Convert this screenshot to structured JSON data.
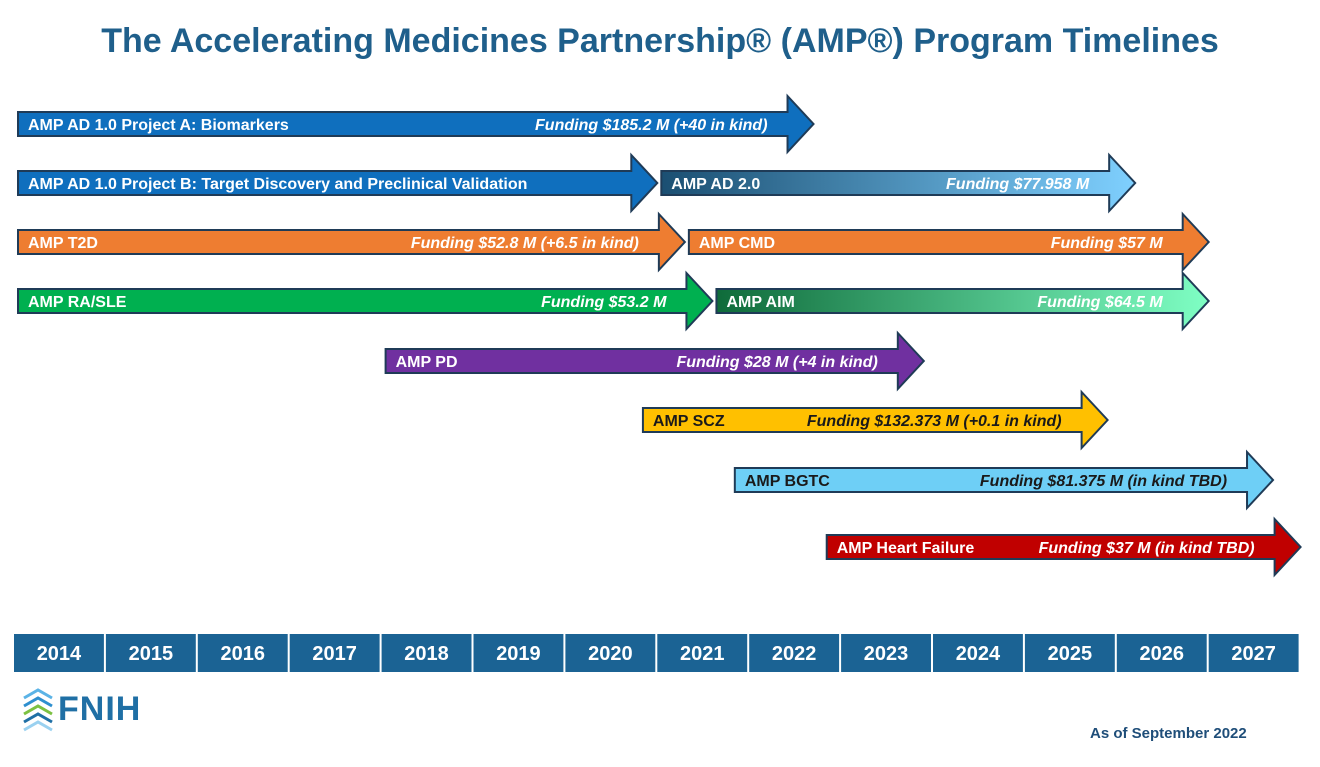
{
  "page": {
    "title": "The Accelerating Medicines Partnership® (AMP®) Program Timelines",
    "as_of": "As of September 2022",
    "logo_text": "FNIH"
  },
  "chart_data": {
    "type": "timeline",
    "title": "The Accelerating Medicines Partnership® (AMP®) Program Timelines",
    "years": [
      "2014",
      "2015",
      "2016",
      "2017",
      "2018",
      "2019",
      "2020",
      "2021",
      "2022",
      "2023",
      "2024",
      "2025",
      "2026",
      "2027"
    ],
    "bars": [
      {
        "label": "AMP AD 1.0 Project A: Biomarkers",
        "funding": "Funding $185.2 M (+40 in kind)",
        "start": 2014.0,
        "end": 2022.7,
        "color": "#0f6fbe",
        "text_color": "#ffffff",
        "row": 0
      },
      {
        "label": "AMP AD 1.0 Project B: Target Discovery and Preclinical Validation",
        "funding": "",
        "start": 2014.0,
        "end": 2021.0,
        "color": "#0f6fbe",
        "text_color": "#ffffff",
        "row": 1
      },
      {
        "label": "AMP AD 2.0",
        "funding": "Funding $77.958 M",
        "start": 2021.0,
        "end": 2026.2,
        "color": "#1b4f72",
        "color_end": "#7fd0ff",
        "text_color": "#ffffff",
        "row": 1
      },
      {
        "label": "AMP T2D",
        "funding": "Funding $52.8 M (+6.5 in kind)",
        "start": 2014.0,
        "end": 2021.3,
        "color": "#ee7d31",
        "text_color": "#ffffff",
        "row": 2
      },
      {
        "label": "AMP CMD",
        "funding": "Funding $57 M",
        "start": 2021.3,
        "end": 2027.0,
        "color": "#ee7d31",
        "text_color": "#ffffff",
        "row": 2
      },
      {
        "label": "AMP RA/SLE",
        "funding": "Funding $53.2 M",
        "start": 2014.0,
        "end": 2021.6,
        "color": "#00b050",
        "text_color": "#ffffff",
        "row": 3
      },
      {
        "label": "AMP AIM",
        "funding": "Funding $64.5 M",
        "start": 2021.6,
        "end": 2027.0,
        "color": "#0f6b3a",
        "color_end": "#7fffc4",
        "text_color": "#ffffff",
        "row": 3
      },
      {
        "label": "AMP PD",
        "funding": "Funding $28 M (+4 in kind)",
        "start": 2018.0,
        "end": 2023.9,
        "color": "#7030a0",
        "text_color": "#ffffff",
        "row": 4
      },
      {
        "label": "AMP SCZ",
        "funding": "Funding $132.373 M (+0.1 in kind)",
        "start": 2020.8,
        "end": 2025.9,
        "color": "#ffc000",
        "text_color": "#1a1a1a",
        "row": 5
      },
      {
        "label": "AMP BGTC",
        "funding": "Funding $81.375 M (in kind TBD)",
        "start": 2021.8,
        "end": 2027.7,
        "color": "#6ecff6",
        "text_color": "#1a1a1a",
        "row": 6
      },
      {
        "label": "AMP Heart Failure",
        "funding": "Funding $37 M (in kind TBD)",
        "start": 2022.8,
        "end": 2028.0,
        "color": "#c00000",
        "text_color": "#ffffff",
        "row": 7
      }
    ]
  }
}
